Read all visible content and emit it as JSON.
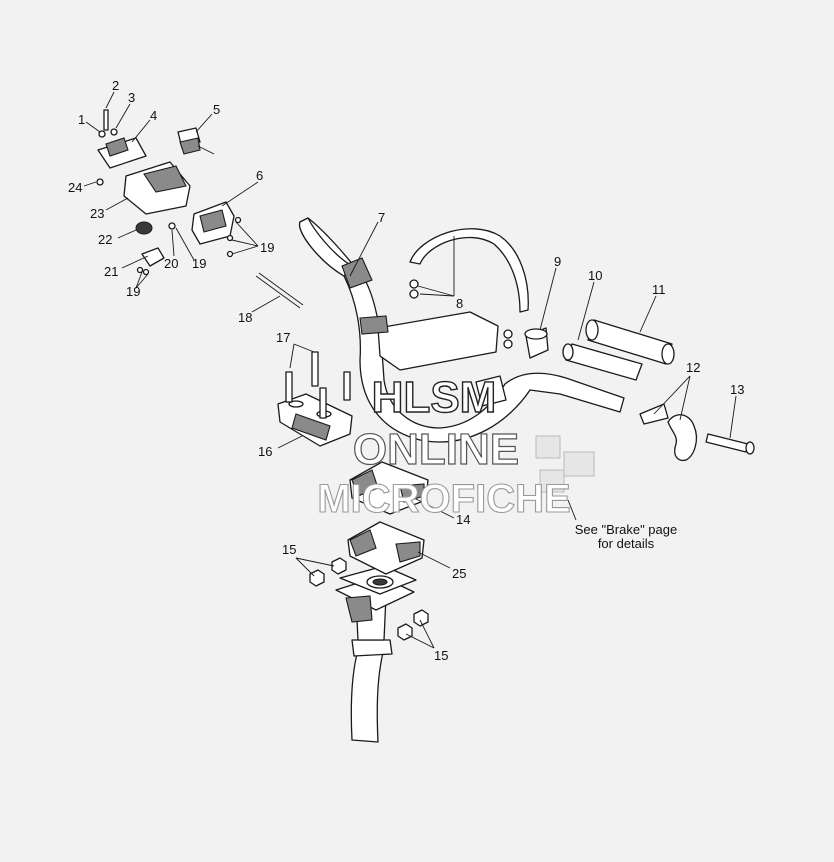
{
  "callouts": [
    {
      "num": "1"
    },
    {
      "num": "2"
    },
    {
      "num": "3"
    },
    {
      "num": "4"
    },
    {
      "num": "5"
    },
    {
      "num": "6"
    },
    {
      "num": "7"
    },
    {
      "num": "8"
    },
    {
      "num": "9"
    },
    {
      "num": "10"
    },
    {
      "num": "11"
    },
    {
      "num": "12"
    },
    {
      "num": "13"
    },
    {
      "num": "14"
    },
    {
      "num": "15"
    },
    {
      "num": "15"
    },
    {
      "num": "16"
    },
    {
      "num": "17"
    },
    {
      "num": "18"
    },
    {
      "num": "19"
    },
    {
      "num": "19"
    },
    {
      "num": "19"
    },
    {
      "num": "20"
    },
    {
      "num": "21"
    },
    {
      "num": "22"
    },
    {
      "num": "23"
    },
    {
      "num": "24"
    },
    {
      "num": "25"
    }
  ],
  "note": {
    "line1": "See \"Brake\" page",
    "line2": "for details"
  },
  "watermark": {
    "line1": "HLSM",
    "line2": "ONLINE",
    "line3": "MICROFICHE"
  }
}
